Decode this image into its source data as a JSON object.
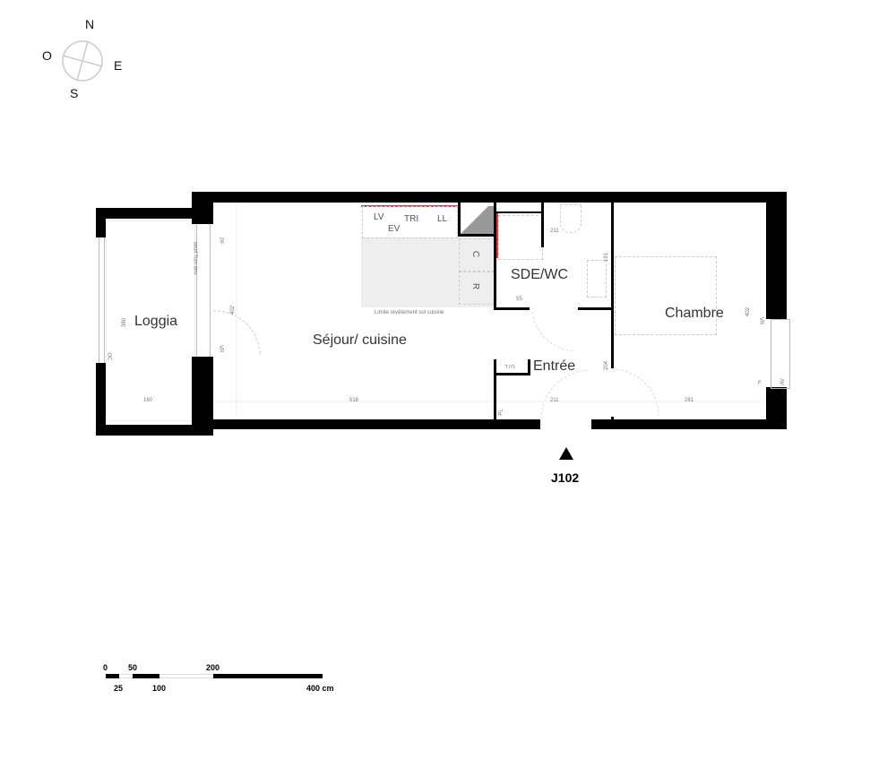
{
  "compass": {
    "north": "N",
    "south": "S",
    "east": "E",
    "west": "O"
  },
  "rooms": {
    "loggia": "Loggia",
    "sejour": "Séjour/ cuisine",
    "sde": "SDE/WC",
    "chambre": "Chambre",
    "entree": "Entrée"
  },
  "kitchen": {
    "lv": "LV",
    "ev": "EV",
    "tri": "TRI",
    "ll": "LL",
    "c": "C",
    "r": "R",
    "limit": "Limite revêtement sol cuisine"
  },
  "labels": {
    "seuil": "seuil 7cm env",
    "pf": "PF",
    "vr_left": "VR",
    "oc": "OC",
    "pl": "PL",
    "gtl": "GTL",
    "vr_right": "VR",
    "f": "F",
    "av": "AV"
  },
  "dimensions": {
    "loggia_width": "160",
    "loggia_length": "380",
    "sejour_depth": "402",
    "sejour_width": "518",
    "sde_width": "211",
    "sde_depth": "191",
    "sde_door": "55",
    "entree_width": "211",
    "entree_depth": "204",
    "chambre_width": "281",
    "chambre_depth": "402"
  },
  "unit": {
    "id": "J102"
  },
  "scale_bar": {
    "top_labels": [
      "0",
      "50",
      "200"
    ],
    "bottom_labels": [
      "25",
      "100",
      "400 cm"
    ]
  }
}
